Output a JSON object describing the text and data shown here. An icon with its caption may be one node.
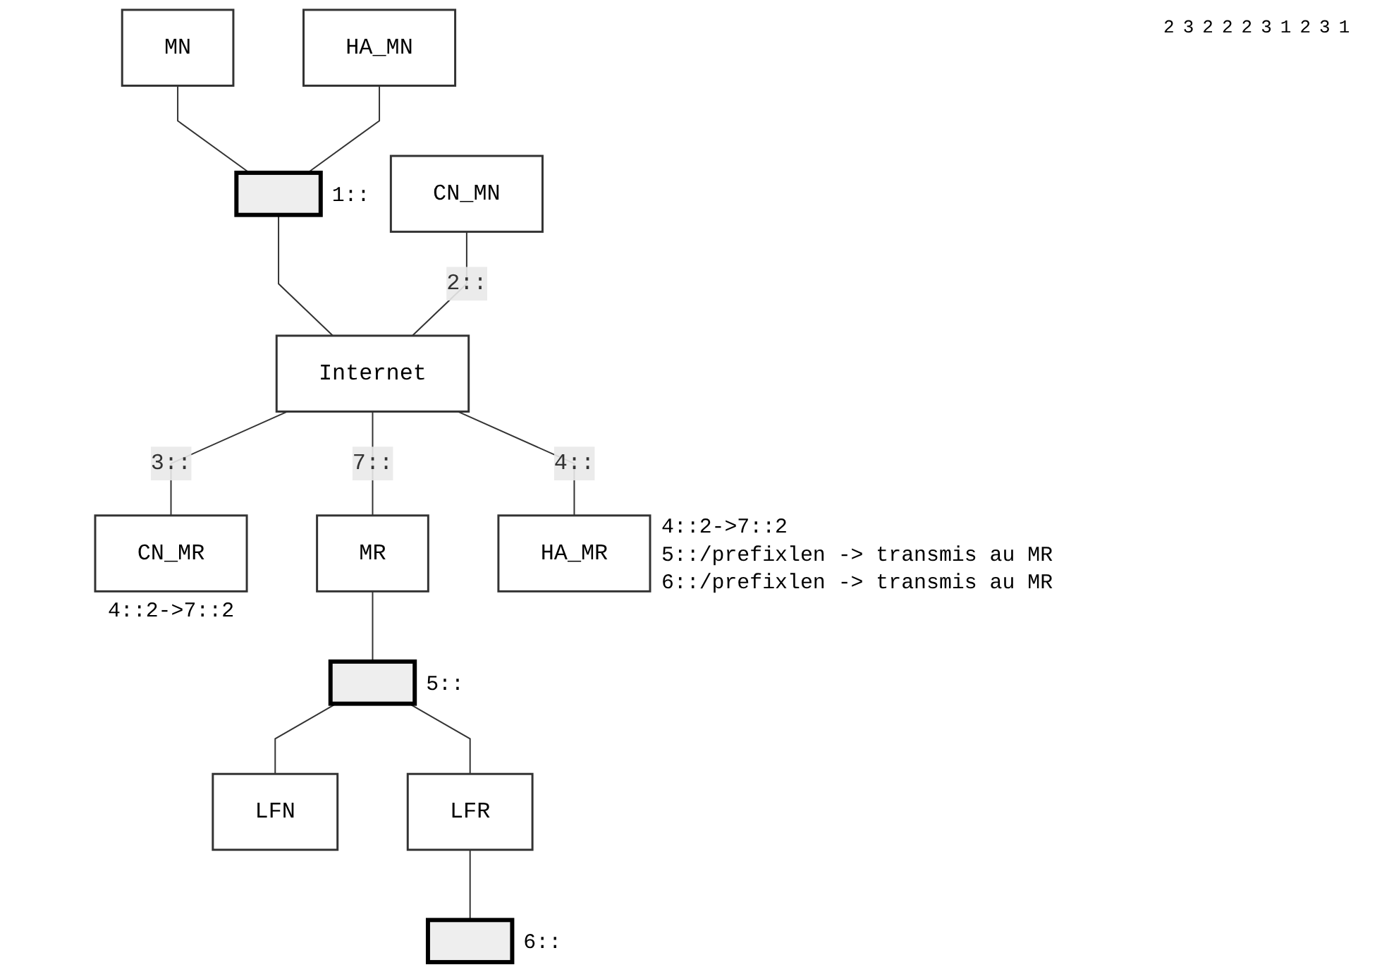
{
  "diagram": {
    "nodes": [
      {
        "text": [
          "MN"
        ]
      },
      {
        "text": [
          "HA_MN"
        ]
      },
      {
        "text": [],
        "shape": "bar",
        "beside": [
          "1::"
        ]
      },
      {
        "text": [
          "CN_MN"
        ]
      },
      {
        "text": [
          "Internet"
        ]
      },
      {
        "text": [
          "CN_MR"
        ],
        "beside": [
          "4::2->7::2"
        ]
      },
      {
        "text": [
          "MR"
        ]
      },
      {
        "text": [
          "HA_MR"
        ],
        "beside": [
          "4::2->7::2",
          "5::/prefixlen -> transmis au MR",
          "6::/prefixlen -> transmis au MR"
        ]
      },
      {
        "text": [],
        "shape": "bar",
        "beside": [
          "5::"
        ]
      },
      {
        "text": [
          "LFN"
        ]
      },
      {
        "text": [
          "LFR"
        ]
      },
      {
        "text": [],
        "shape": "bar",
        "beside": [
          "6::"
        ]
      }
    ],
    "edges": [
      {
        "from": 0,
        "to": 2,
        "arrow": "none"
      },
      {
        "from": 1,
        "to": 2,
        "arrow": "none"
      },
      {
        "from": 2,
        "to": 4,
        "arrow": "none"
      },
      {
        "from": 3,
        "to": 4,
        "arrow": "none",
        "label": "2::"
      },
      {
        "from": 4,
        "to": 5,
        "arrow": "none",
        "label": "3::"
      },
      {
        "from": 4,
        "to": 6,
        "arrow": "none",
        "label": "7::"
      },
      {
        "from": 4,
        "to": 7,
        "arrow": "none",
        "label": "4::"
      },
      {
        "from": 6,
        "to": 8,
        "arrow": "none"
      },
      {
        "from": 8,
        "to": 9,
        "arrow": "none"
      },
      {
        "from": 8,
        "to": 10,
        "arrow": "none"
      },
      {
        "from": 10,
        "to": 11,
        "arrow": "none"
      }
    ],
    "labels": [
      "2",
      "3",
      "2",
      "2",
      "2",
      "3",
      "1",
      "2",
      "3",
      "1"
    ]
  }
}
